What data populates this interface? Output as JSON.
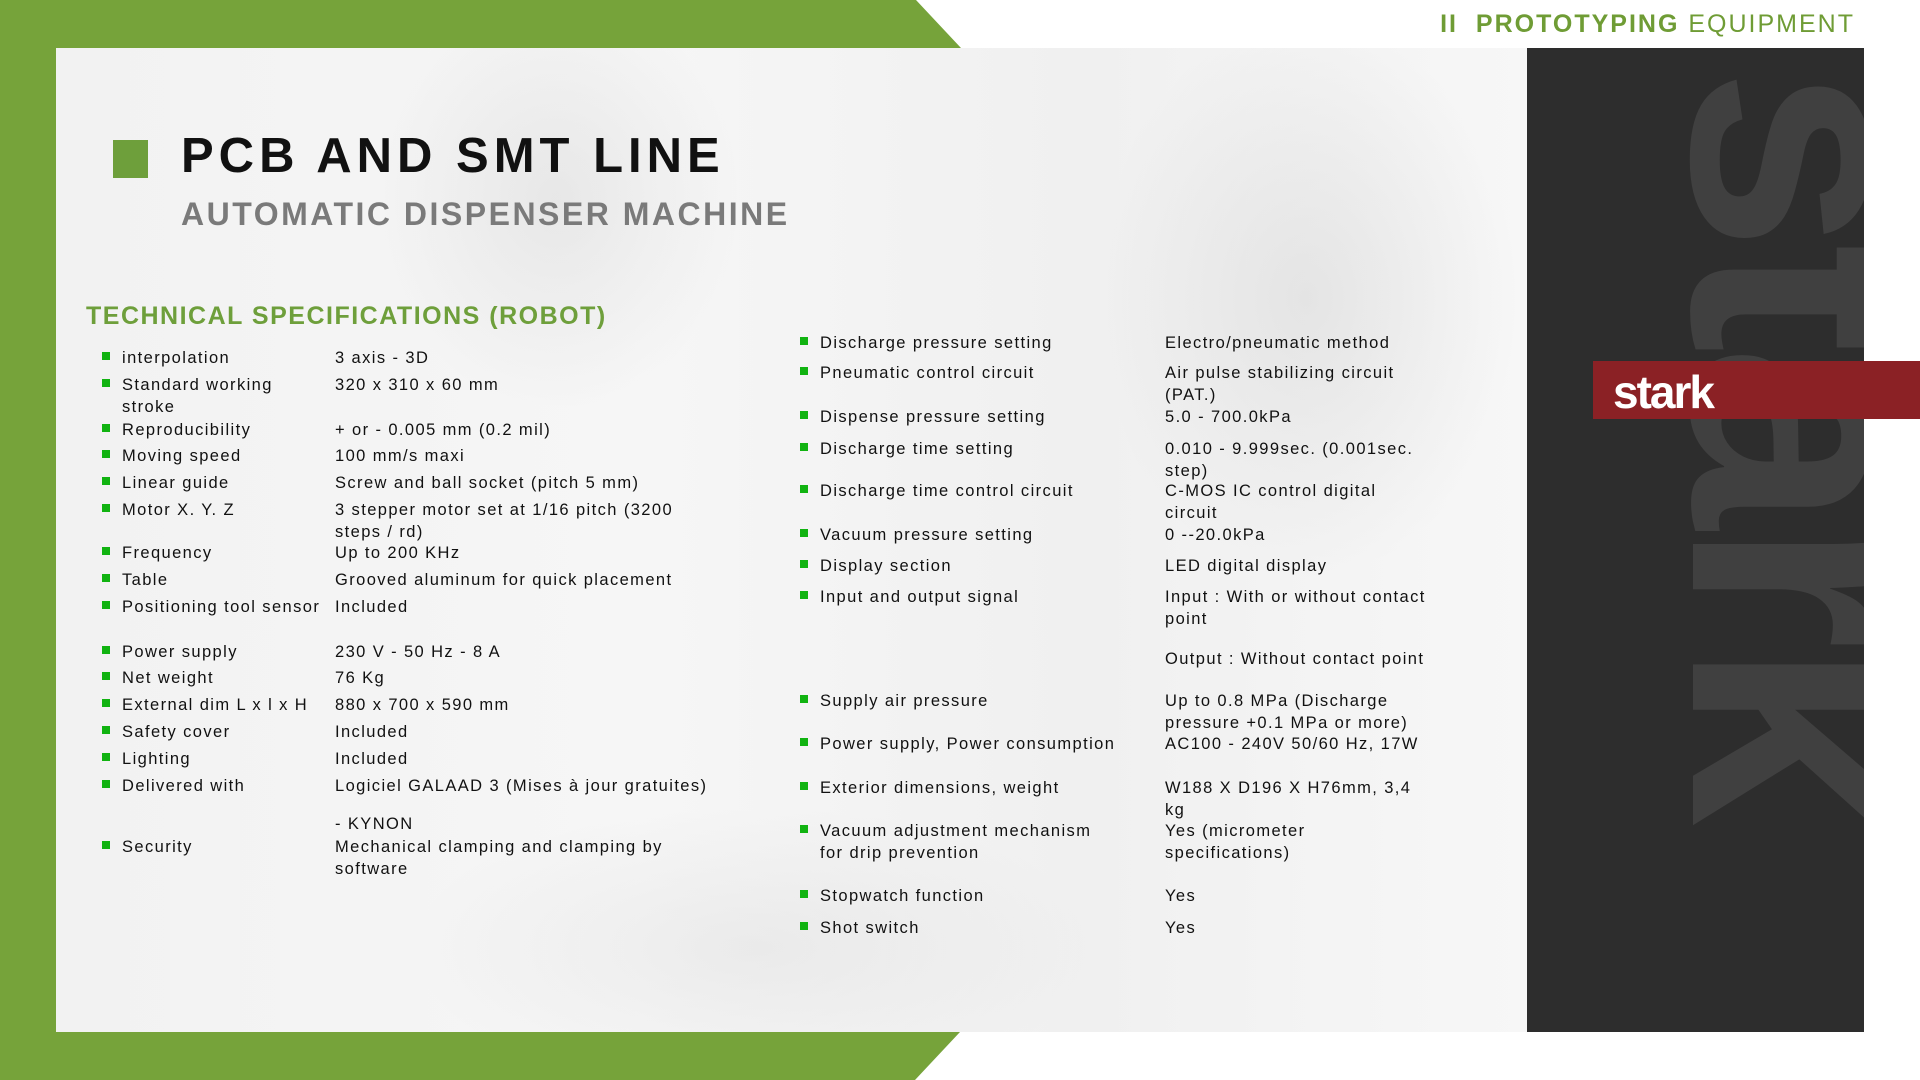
{
  "header": {
    "prefix": "II",
    "strong": "PROTOTYPING",
    "rest": "EQUIPMENT"
  },
  "brand": {
    "logo": "stark",
    "watermark": "stark"
  },
  "title": "PCB AND SMT LINE",
  "subtitle": "AUTOMATIC DISPENSER MACHINE",
  "section_title": "TECHNICAL SPECIFICATIONS (ROBOT)",
  "colors": {
    "green": "#76a33a",
    "dark": "#2d2d2d",
    "red": "#8b2125",
    "bullet": "#11b311"
  },
  "left_specs": [
    {
      "label": "interpolation",
      "value": "3 axis - 3D"
    },
    {
      "label": "Standard working stroke",
      "value": "320 x 310 x 60 mm"
    },
    {
      "label": "Reproducibility",
      "value": "+ or - 0.005 mm (0.2 mil)"
    },
    {
      "label": "Moving speed",
      "value": "100 mm/s maxi"
    },
    {
      "label": "Linear guide",
      "value": "Screw and ball socket (pitch 5 mm)"
    },
    {
      "label": "Motor X. Y. Z",
      "value": "3 stepper motor set at 1/16 pitch (3200 steps / rd)"
    },
    {
      "label": "Frequency",
      "value": "Up to 200 KHz"
    },
    {
      "label": "Table",
      "value": "Grooved aluminum for quick placement"
    },
    {
      "label": "Positioning tool sensor",
      "value": "Included"
    },
    {
      "label": "Power supply",
      "value": "230 V - 50 Hz - 8 A"
    },
    {
      "label": "Net weight",
      "value": "76 Kg"
    },
    {
      "label": "External dim L x l x H",
      "value": "880 x 700 x 590 mm"
    },
    {
      "label": "Safety cover",
      "value": "Included"
    },
    {
      "label": "Lighting",
      "value": "Included"
    },
    {
      "label": "Delivered with",
      "value": "Logiciel GALAAD 3 (Mises à jour gratuites)",
      "extra": "- KYNON"
    },
    {
      "label": "Security",
      "value": "Mechanical clamping and clamping by software"
    }
  ],
  "right_specs": [
    {
      "label": "Discharge pressure setting",
      "value": "Electro/pneumatic method"
    },
    {
      "label": "Pneumatic control circuit",
      "value": "Air pulse stabilizing circuit (PAT.)"
    },
    {
      "label": "Dispense pressure setting",
      "value": "5.0 - 700.0kPa"
    },
    {
      "label": "Discharge time setting",
      "value": "0.010 - 9.999sec. (0.001sec. step)"
    },
    {
      "label": "Discharge time control circuit",
      "value": "C-MOS IC control digital circuit"
    },
    {
      "label": "Vacuum pressure setting",
      "value": "0 --20.0kPa"
    },
    {
      "label": "Display section",
      "value": "LED digital display"
    },
    {
      "label": "Input and output signal",
      "value": "Input : With or without contact point",
      "extra": "Output : Without contact point"
    },
    {
      "label": "Supply air pressure",
      "value": "Up to 0.8 MPa (Discharge pressure +0.1 MPa or more)"
    },
    {
      "label": "Power supply, Power consumption",
      "value": "AC100 - 240V 50/60 Hz, 17W"
    },
    {
      "label": "Exterior dimensions, weight",
      "value": "W188 X D196 X H76mm, 3,4 kg"
    },
    {
      "label": "Vacuum adjustment mechanism for drip prevention",
      "value": "Yes (micrometer specifications)"
    },
    {
      "label": "Stopwatch function",
      "value": "Yes"
    },
    {
      "label": "Shot switch",
      "value": "Yes"
    }
  ]
}
